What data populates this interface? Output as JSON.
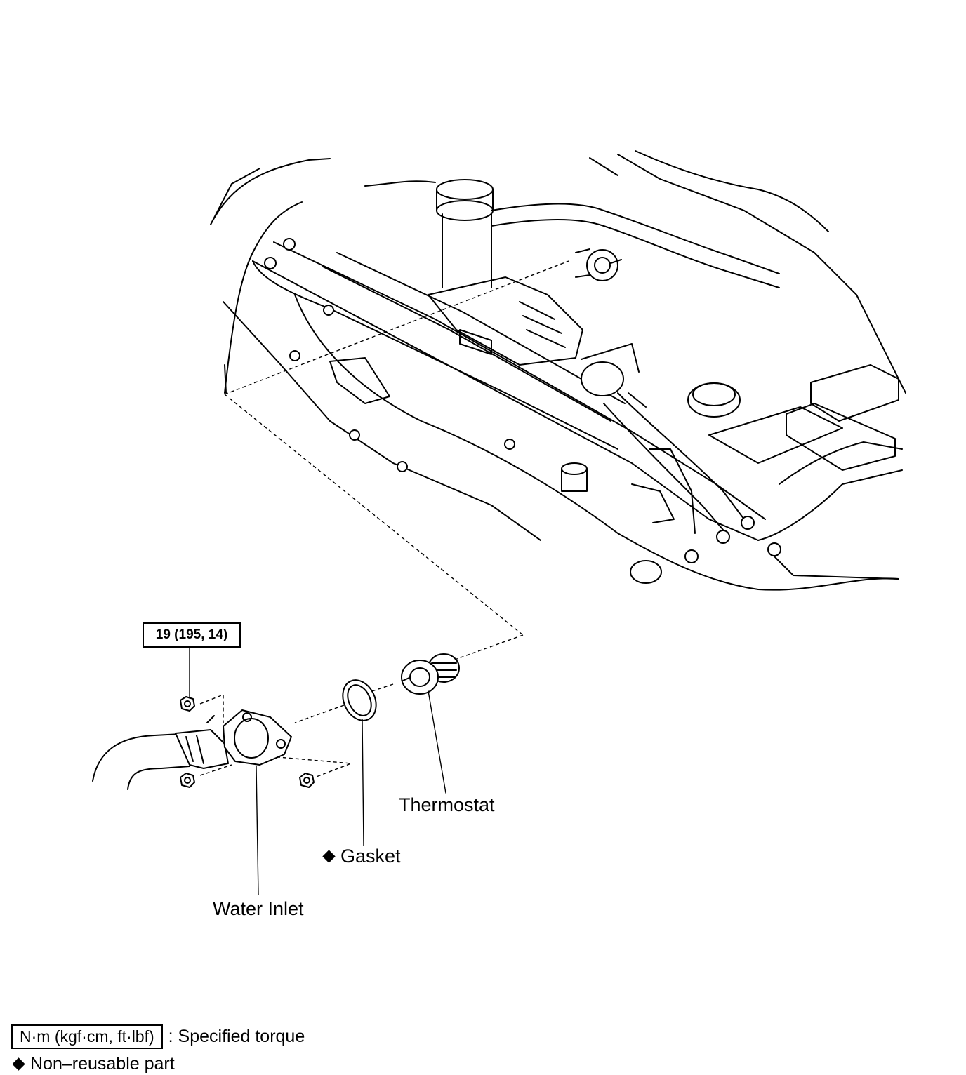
{
  "diagram": {
    "callouts": {
      "torque_value": "19 (195, 14)",
      "thermostat": "Thermostat",
      "gasket": "Gasket",
      "water_inlet": "Water Inlet"
    },
    "legend": {
      "torque_unit": "N·m (kgf·cm, ft·lbf)",
      "torque_desc": ": Specified torque",
      "nonreusable_desc": "Non–reusable part"
    },
    "icons": {
      "nonreusable_marker": "diamond-icon"
    }
  }
}
